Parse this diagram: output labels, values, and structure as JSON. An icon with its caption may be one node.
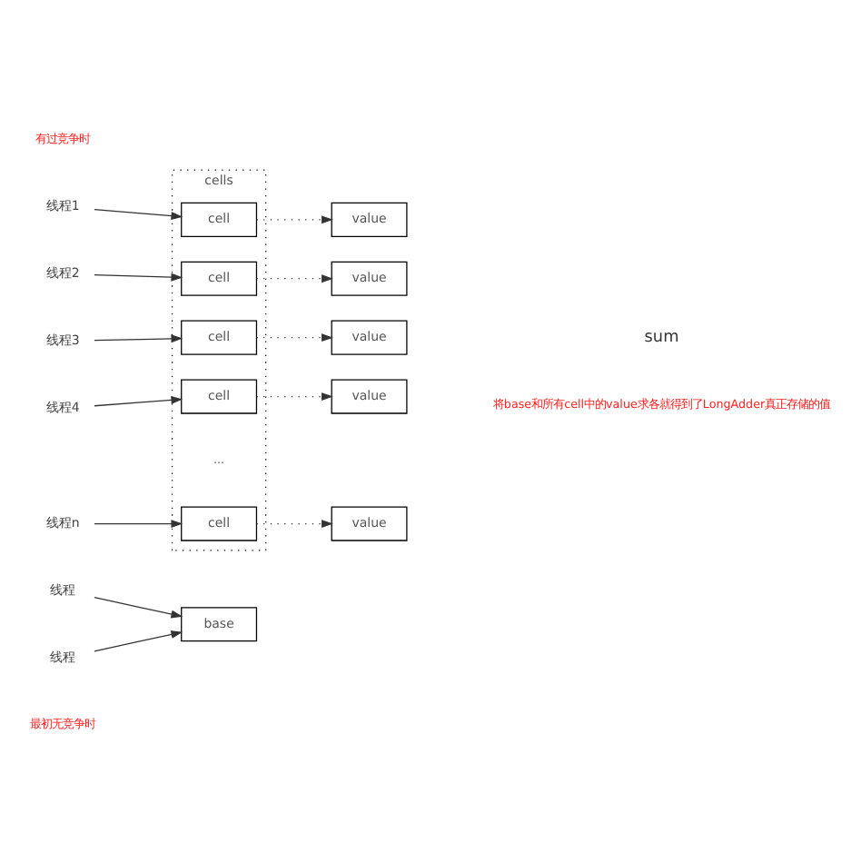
{
  "diagram": {
    "nodes": [
      {
        "text": [
          "线程"
        ]
      },
      {
        "text": [
          "线程"
        ]
      },
      {
        "text": [
          "base"
        ]
      },
      {
        "text": [
          "cells"
        ]
      },
      {
        "text": [
          "cell"
        ],
        "in": 3
      },
      {
        "text": [
          "cell"
        ],
        "in": 3
      },
      {
        "text": [
          "cell"
        ],
        "in": 3
      },
      {
        "text": [
          "cell"
        ],
        "in": 3
      },
      {
        "text": [
          "cell"
        ],
        "in": 3
      },
      {
        "text": [
          "线程1"
        ]
      },
      {
        "text": [
          "线程2"
        ]
      },
      {
        "text": [
          "线程3"
        ]
      },
      {
        "text": [
          "线程4"
        ]
      },
      {
        "text": [
          "线程n"
        ]
      },
      {
        "text": [
          "value"
        ]
      },
      {
        "text": [
          "value"
        ]
      },
      {
        "text": [
          "value"
        ]
      },
      {
        "text": [
          "value"
        ]
      },
      {
        "text": [
          "value"
        ]
      }
    ],
    "edges": [
      {
        "from": 0,
        "to": 2,
        "arrow": "to"
      },
      {
        "from": 1,
        "to": 2,
        "arrow": "to"
      },
      {
        "from": 9,
        "to": 4,
        "arrow": "to"
      },
      {
        "from": 10,
        "to": 5,
        "arrow": "to"
      },
      {
        "from": 11,
        "to": 6,
        "arrow": "to"
      },
      {
        "from": 12,
        "to": 7,
        "arrow": "to"
      },
      {
        "from": 13,
        "to": 8,
        "arrow": "to"
      },
      {
        "from": 4,
        "to": 14,
        "arrow": "to",
        "style": "dashed"
      },
      {
        "from": 5,
        "to": 15,
        "arrow": "to",
        "style": "dashed"
      },
      {
        "from": 6,
        "to": 16,
        "arrow": "to",
        "style": "dashed"
      },
      {
        "from": 7,
        "to": 17,
        "arrow": "to",
        "style": "dashed"
      },
      {
        "from": 8,
        "to": 18,
        "arrow": "to",
        "style": "dashed"
      }
    ],
    "labels": [
      "最初无竞争时",
      "有过竞争时",
      "...",
      "sum",
      "将base和所有cell中的value求各就得到了LongAdder真正存储的值"
    ]
  }
}
